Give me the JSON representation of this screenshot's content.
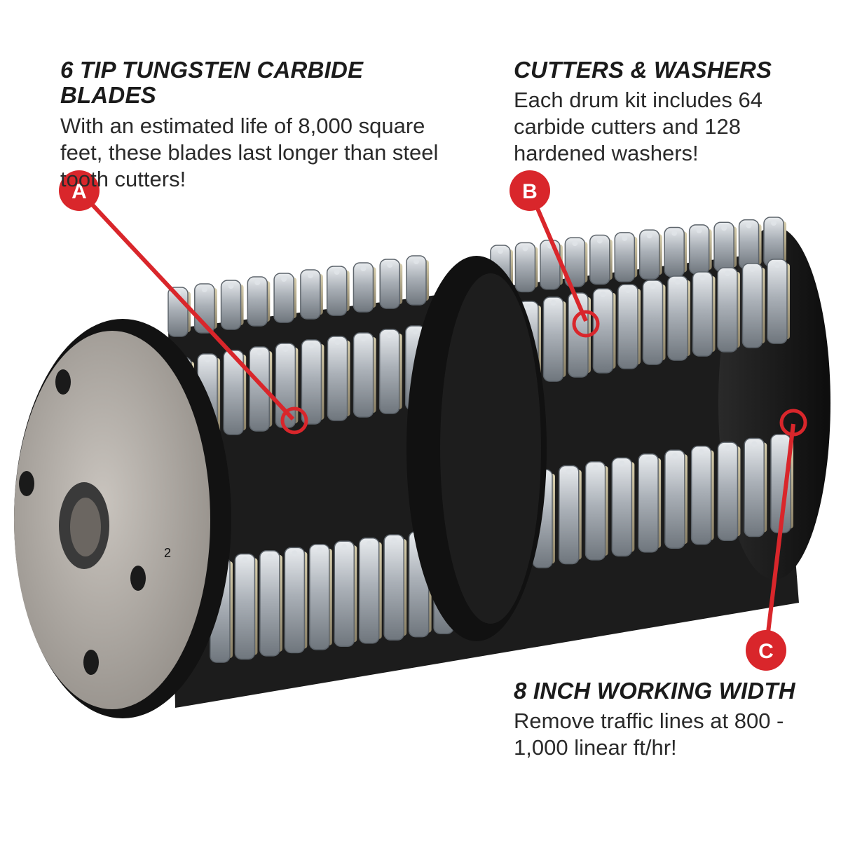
{
  "callouts": {
    "a": {
      "letter": "A",
      "title": "6 TIP TUNGSTEN CARBIDE BLADES",
      "body": "With an estimated life of 8,000 square feet, these blades last longer than steel tooth cutters!"
    },
    "b": {
      "letter": "B",
      "title": "CUTTERS & WASHERS",
      "body": "Each drum kit includes 64 carbide cutters and 128 hardened washers!"
    },
    "c": {
      "letter": "C",
      "title": "8 INCH WORKING WIDTH",
      "body": "Remove traffic lines at 800 - 1,000 linear ft/hr!"
    }
  },
  "product": {
    "plate_mark": "2"
  },
  "colors": {
    "accent_red": "#d9262b",
    "steel": "#b9bec4",
    "ring_black": "#151515",
    "plate": "#a8a39d"
  }
}
